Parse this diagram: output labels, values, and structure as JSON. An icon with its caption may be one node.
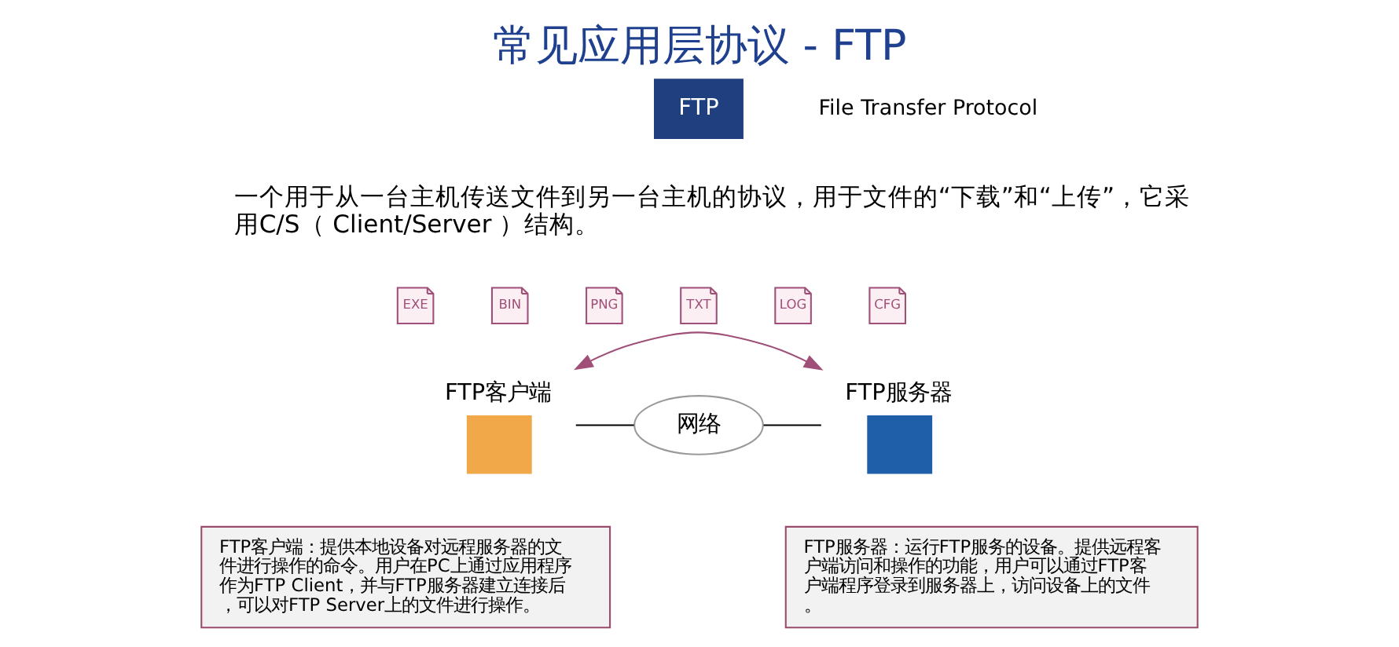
{
  "diagram": {
    "title": "常见应用层协议 - FTP",
    "nodes": [
      {
        "text": [
          "FTP客户端"
        ]
      },
      {
        "text": [
          "网络"
        ]
      },
      {
        "text": [
          "FTP服务器"
        ]
      },
      {
        "text": [
          "FTP客户端：提供本地设备对远程服务器的文件进行操作的命令。用户在PC上通过应用程序作为FTP Client，并与FTP服务器建立连接后，可以对FTP Server上的文件进行操作。"
        ]
      },
      {
        "text": [
          "FTP服务器：运行FTP服务的设备。提供远程客户端访问和操作的功能，用户可以通过FTP客户端程序登录到服务器上，访问设备上的文件。"
        ]
      }
    ],
    "edges": [
      {
        "from": 0,
        "to": 1,
        "arrow": "none"
      },
      {
        "from": 1,
        "to": 2,
        "arrow": "none"
      },
      {
        "from": 0,
        "to": 2,
        "arrow": "both",
        "color": "#a05078"
      }
    ],
    "labels": [
      "FTP",
      "File Transfer Protocol",
      "一个用于从一台主机传送文件到另一台主机的协议，用于文件的“下载”和“上传”，它采用C/S（ Client/Server ）结构。",
      "EXE",
      "BIN",
      "PNG",
      "TXT",
      "LOG",
      "CFG"
    ]
  }
}
